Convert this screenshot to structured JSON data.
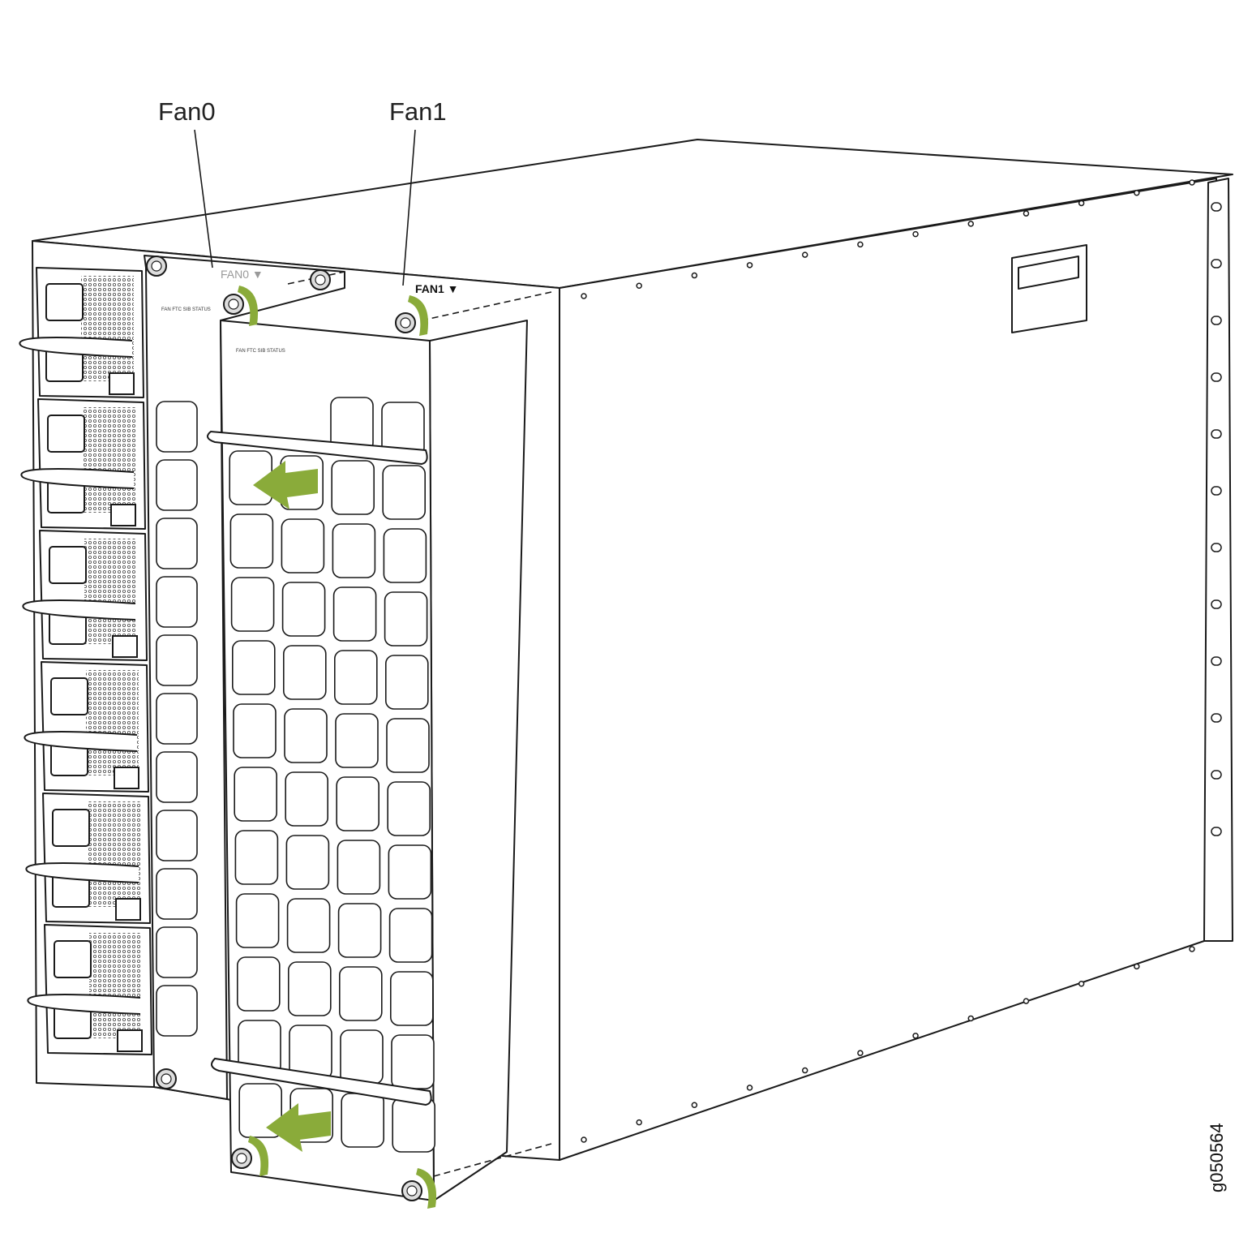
{
  "callouts": {
    "fan0": "Fan0",
    "fan1": "Fan1"
  },
  "slot_labels": {
    "fan0": "FAN0 ▼",
    "fan1": "FAN1 ▼"
  },
  "led_labels": {
    "upper": "FAN  FTC   SIB STATUS",
    "lower": "FAN  FTC   SIB STATUS"
  },
  "figure_id": "g050564",
  "colors": {
    "accent_green": "#8aab3a",
    "line": "#1a1a1a",
    "grey_label": "#9a9a9a"
  },
  "icons": [
    "rotate-arrow-icon",
    "pull-arrow-icon",
    "captive-screw-icon"
  ]
}
